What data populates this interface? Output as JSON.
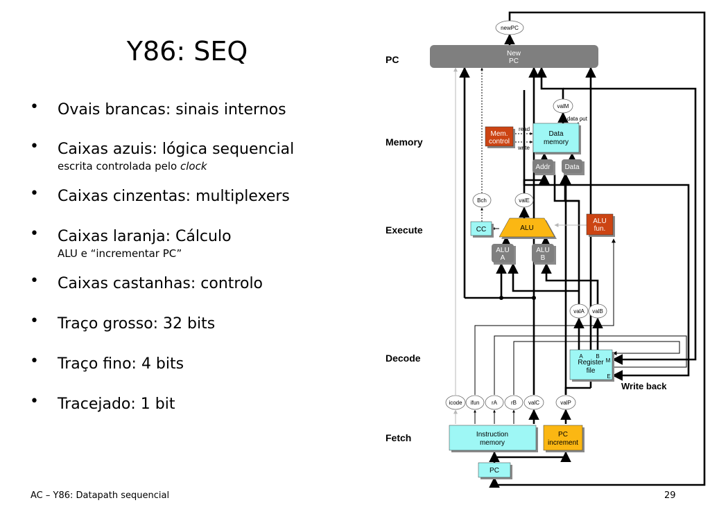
{
  "slide": {
    "title": "Y86: SEQ",
    "bullets": [
      {
        "main": "Ovais brancas: sinais internos",
        "sub": ""
      },
      {
        "main": "Caixas azuis: lógica sequencial",
        "sub_prefix": "escrita controlada pelo ",
        "sub_em": "clock"
      },
      {
        "main": "Caixas cinzentas: multiplexers",
        "sub": ""
      },
      {
        "main": "Caixas laranja: Cálculo",
        "sub": "ALU e “incrementar PC”"
      },
      {
        "main": "Caixas castanhas: controlo",
        "sub": ""
      },
      {
        "main": "Traço grosso: 32 bits",
        "sub": ""
      },
      {
        "main": "Traço fino: 4 bits",
        "sub": ""
      },
      {
        "main": "Tracejado: 1 bit",
        "sub": ""
      }
    ],
    "footer": "AC – Y86: Datapath sequencial",
    "page_number": "29"
  },
  "diagram": {
    "stages": {
      "pc": "PC",
      "memory": "Memory",
      "execute": "Execute",
      "decode": "Decode",
      "fetch": "Fetch"
    },
    "signals": {
      "newpc": "newPC",
      "valm": "valM",
      "data_out": "data out",
      "bch": "Bch",
      "vale": "valE",
      "vala": "valA",
      "valb": "valB",
      "icode": "icode",
      "ifun": "ifun",
      "ra": "rA",
      "rb": "rB",
      "valc": "valC",
      "valp": "valP",
      "read": "read",
      "write": "write"
    },
    "boxes": {
      "new_pc_1": "New",
      "new_pc_2": "PC",
      "mem_control_1": "Mem.",
      "mem_control_2": "control",
      "data_memory_1": "Data",
      "data_memory_2": "memory",
      "addr": "Addr",
      "data": "Data",
      "cc": "CC",
      "alu": "ALU",
      "alu_fun_1": "ALU",
      "alu_fun_2": "fun.",
      "alu_a_1": "ALU",
      "alu_a_2": "A",
      "alu_b_1": "ALU",
      "alu_b_2": "B",
      "regfile_1": "Register",
      "regfile_2": "file",
      "regfile_port_a": "A",
      "regfile_port_b": "B",
      "regfile_port_m": "M",
      "regfile_port_e": "E",
      "write_back": "Write back",
      "instr_mem_1": "Instruction",
      "instr_mem_2": "memory",
      "pc_inc_1": "PC",
      "pc_inc_2": "increment",
      "pc_reg": "PC"
    },
    "colors": {
      "blue": "#9ef7f5",
      "gray": "#7f7f7f",
      "orange": "#fbb713",
      "brown": "#cc4413",
      "shadow": "#8a8a8a"
    }
  }
}
